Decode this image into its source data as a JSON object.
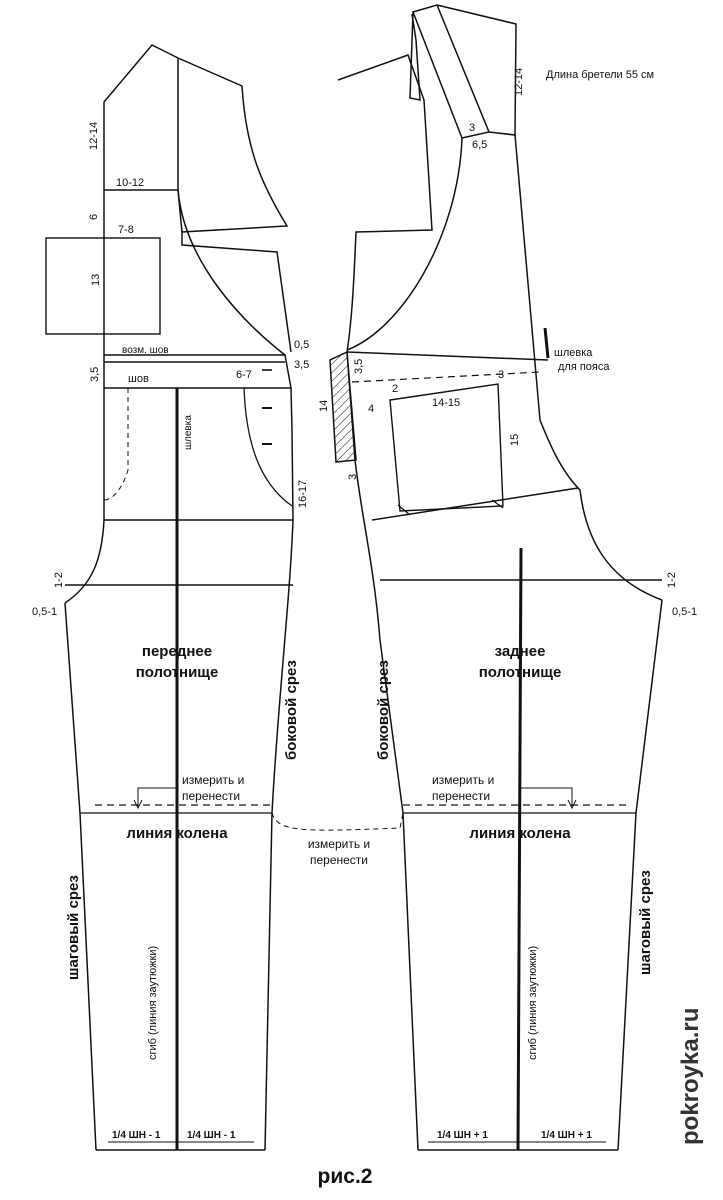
{
  "caption": "рис.2",
  "watermark": "pokroyka.ru",
  "strap_note": "Длина бретели  55 см",
  "front": {
    "panel_label_1": "переднее",
    "panel_label_2": "полотнище",
    "side_seam": "боковой срез",
    "inseam": "шаговый срез",
    "knee_line": "линия колена",
    "measure_1": "измерить и",
    "measure_2": "перенести",
    "fold_line": "сгиб (линия заутюжки)",
    "hem_left": "1/4 ШН - 1",
    "hem_right": "1/4 ШН - 1",
    "belt_loop": "шлевка",
    "possible_seam": "возм. шов",
    "seam": "шов",
    "dims": {
      "strap_len": "12-14",
      "neck_w": "10-12",
      "bib_h": "6",
      "pocket_w": "7-8",
      "pocket_h": "13",
      "waist_a": "0,5",
      "waist_b": "3,5",
      "band_h": "3,5",
      "dart": "6-7",
      "fly": "16-17",
      "crotch_a": "1-2",
      "crotch_b": "0,5-1"
    }
  },
  "back": {
    "panel_label_1": "заднее",
    "panel_label_2": "полотнище",
    "side_seam": "боковой срез",
    "inseam": "шаговый срез",
    "knee_line": "линия колена",
    "measure_1": "измерить и",
    "measure_2": "перенести",
    "fold_line": "сгиб (линия заутюжки)",
    "hem_left": "1/4 ШН + 1",
    "hem_right": "1/4 ШН + 1",
    "belt_loop_1": "шлевка",
    "belt_loop_2": "для пояса",
    "dims": {
      "strap_len": "12-14",
      "strap_a": "3",
      "strap_b": "6,5",
      "band_h": "3,5",
      "side_a": "14",
      "side_b": "3",
      "side_c": "2",
      "side_d": "4",
      "yoke": "3",
      "pocket_w": "14-15",
      "pocket_h": "15",
      "crotch_a": "1-2",
      "crotch_b": "0,5-1"
    }
  },
  "center": {
    "measure_1": "измерить и",
    "measure_2": "перенести"
  }
}
